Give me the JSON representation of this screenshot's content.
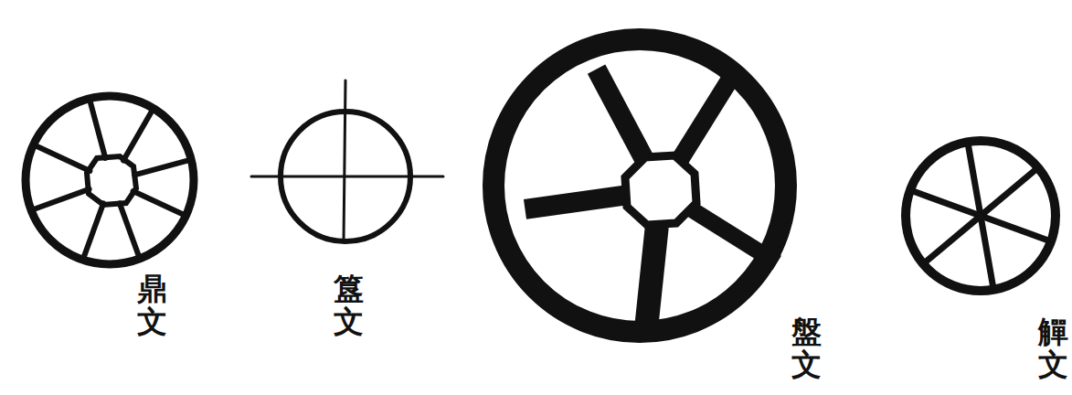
{
  "diagram": {
    "labels": [
      "鼎文",
      "簋文",
      "盤文",
      "觶文"
    ]
  }
}
